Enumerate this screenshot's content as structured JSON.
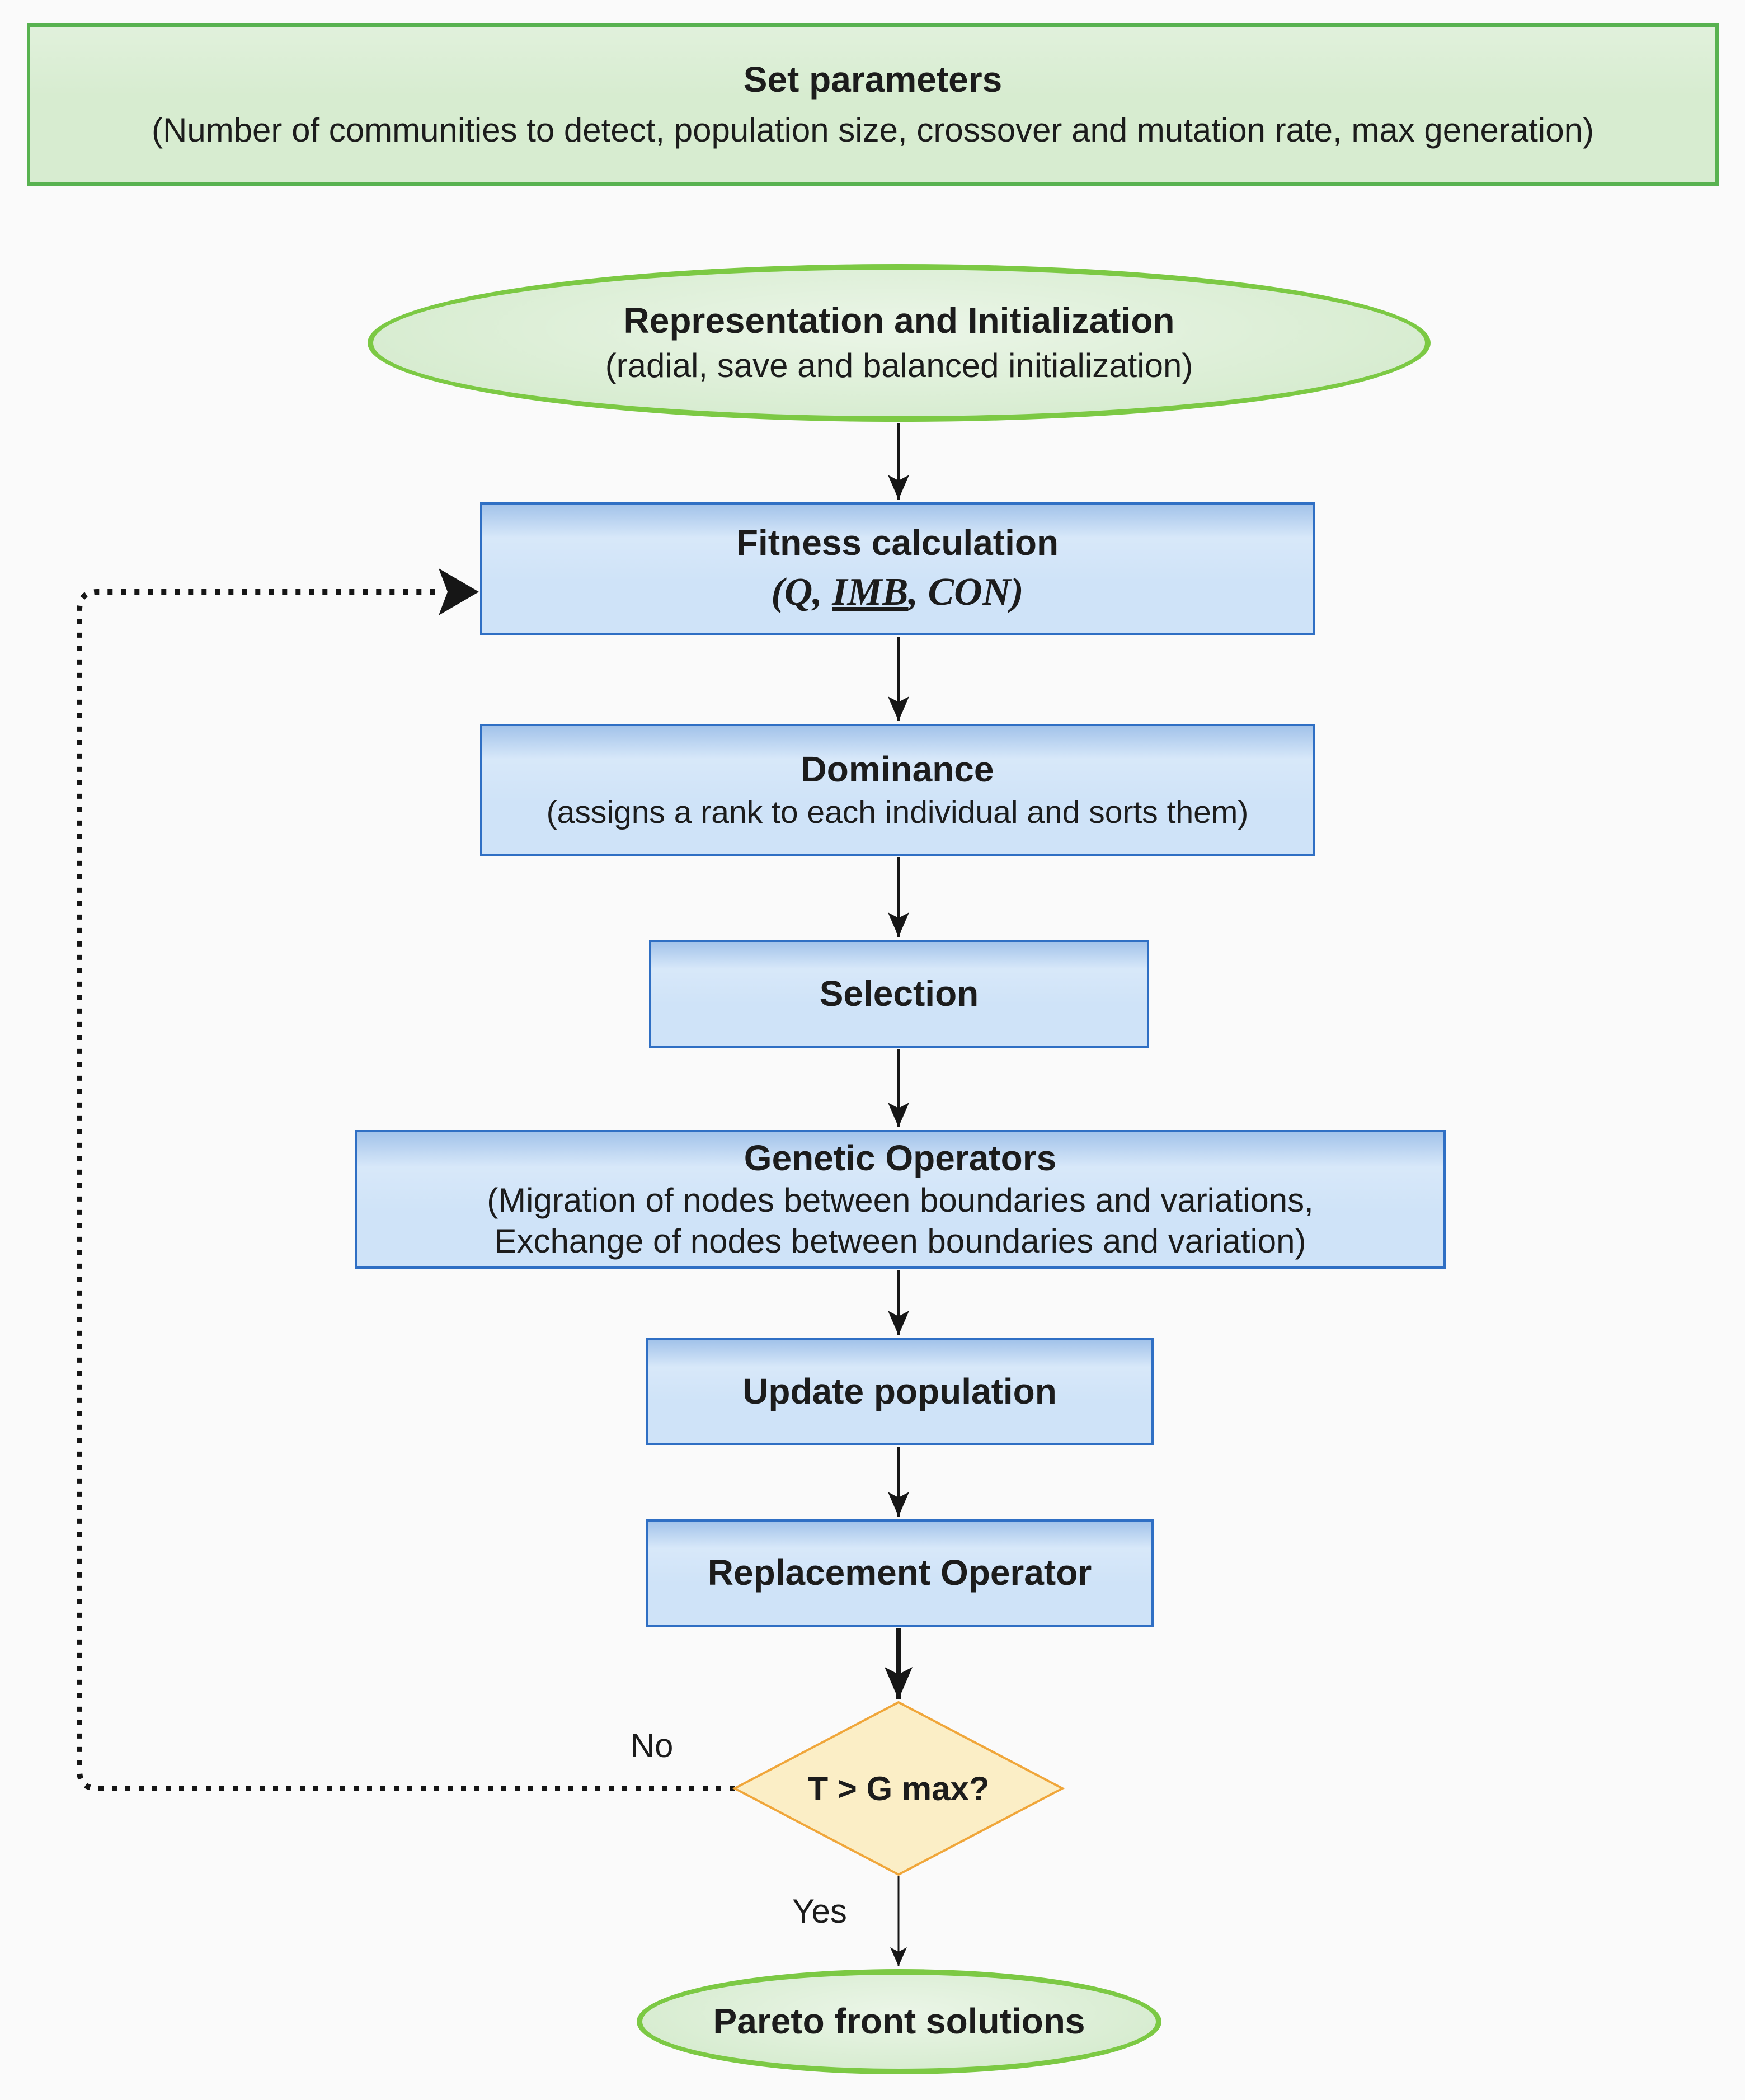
{
  "banner": {
    "title": "Set parameters",
    "subtitle": "(Number of communities to detect, population size, crossover and mutation rate, max generation)"
  },
  "nodes": {
    "init": {
      "title": "Representation and Initialization",
      "subtitle": "(radial, save and balanced initialization)"
    },
    "fitness": {
      "title": "Fitness calculation",
      "formula_prefix": "(Q, ",
      "formula_emphasis": "IMB",
      "formula_suffix": ", CON)"
    },
    "dominance": {
      "title": "Dominance",
      "subtitle": "(assigns a rank to each individual and sorts them)"
    },
    "selection": {
      "title": "Selection"
    },
    "genetic": {
      "title": "Genetic Operators",
      "subtitle_line1": "(Migration of nodes between boundaries and variations,",
      "subtitle_line2": "Exchange of nodes between boundaries and variation)"
    },
    "update": {
      "title": "Update population"
    },
    "replacement": {
      "title": "Replacement Operator"
    },
    "decision": {
      "question": "T > G max?"
    },
    "pareto": {
      "title": "Pareto front solutions"
    }
  },
  "edge_labels": {
    "no": "No",
    "yes": "Yes"
  },
  "colors": {
    "page_bg": "#fafafa",
    "green_fill": "#d7ecd0",
    "green_border": "#58b250",
    "ellipse_border": "#7cc944",
    "blue_fill": "#cfe3f8",
    "blue_border": "#2f6fc4",
    "yellow_fill": "#fbeec6",
    "yellow_border": "#f0a63a",
    "arrow": "#161616",
    "text": "#1c1c1c"
  }
}
